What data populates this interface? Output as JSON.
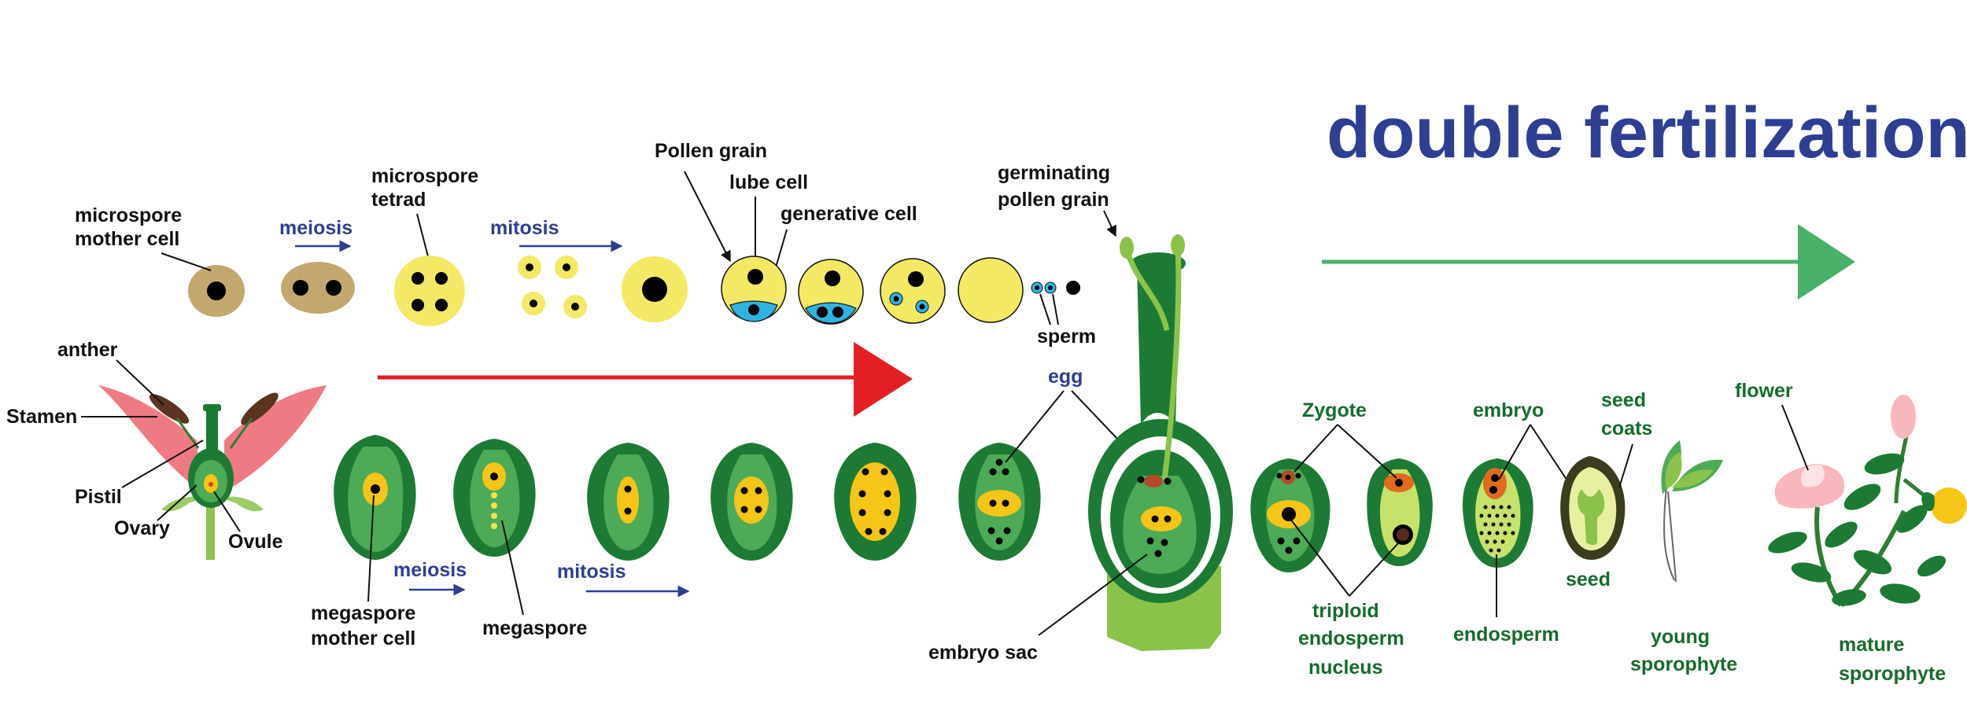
{
  "title": "double fertilization",
  "colors": {
    "title_blue": "#2e3f93",
    "label_green": "#166b2c",
    "arrow_red": "#e31e24",
    "arrow_green": "#49b06a",
    "pollen_yellow": "#f3e964",
    "mother_tan": "#c2a86f",
    "ovule_dark_green": "#1d7a34",
    "ovule_light_green": "#4daa57",
    "nucleus_yellow": "#f5c518",
    "tube_cyan": "#2fb3e3",
    "petal_pink": "#ee7b83"
  },
  "labels": {
    "microspore_mother_cell": [
      "microspore",
      "mother cell"
    ],
    "meiosis_top": "meiosis",
    "microspore_tetrad": [
      "microspore",
      "tetrad"
    ],
    "mitosis_top": "mitosis",
    "pollen_grain": "Pollen grain",
    "tube_cell": "lube cell",
    "generative_cell": "generative cell",
    "germinating_pollen_grain": [
      "germinating",
      "pollen grain"
    ],
    "sperm": "sperm",
    "anther": "anther",
    "stamen": "Stamen",
    "pistil": "Pistil",
    "ovary": "Ovary",
    "ovule": "Ovule",
    "megaspore_mother_cell": [
      "megaspore",
      "mother cell"
    ],
    "meiosis_bottom": "meiosis",
    "megaspore": "megaspore",
    "mitosis_bottom": "mitosis",
    "egg": "egg",
    "embryo_sac": "embryo sac",
    "zygote": "Zygote",
    "triploid_endosperm_nucleus": [
      "triploid",
      "endosperm",
      "nucleus"
    ],
    "embryo": "embryo",
    "endosperm": "endosperm",
    "seed_coats": [
      "seed",
      "coats"
    ],
    "seed": "seed",
    "young_sporophyte": [
      "young",
      "sporophyte"
    ],
    "flower": "flower",
    "mature_sporophyte": [
      "mature",
      "sporophyte"
    ]
  }
}
